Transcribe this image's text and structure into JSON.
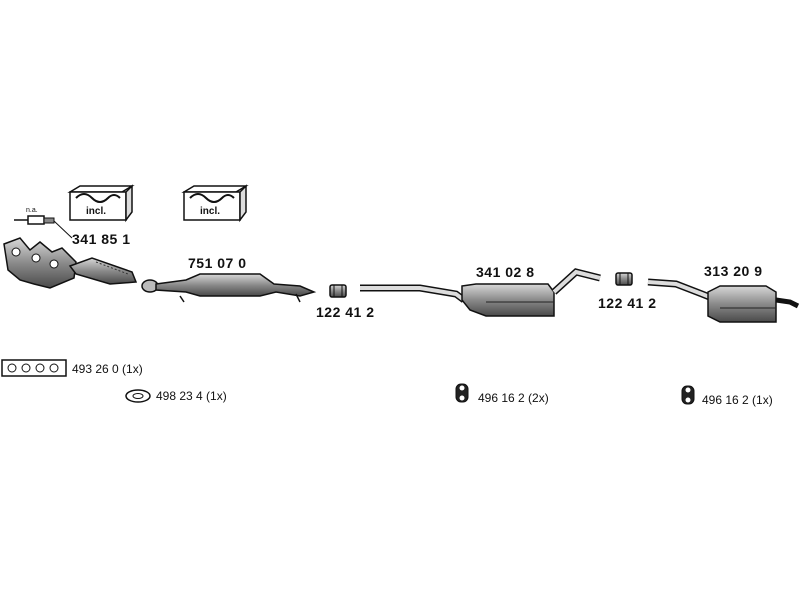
{
  "parts": {
    "manifold_pipe": "341 85 1",
    "catalytic_converter": "751 07 0",
    "clamp_front": "122 41 2",
    "middle_silencer": "341 02 8",
    "clamp_rear": "122 41 2",
    "rear_silencer": "313 20 9"
  },
  "kits": {
    "incl_label_1": "incl.",
    "incl_label_2": "incl."
  },
  "sensor_note": "n.a.",
  "accessories": {
    "gasket_manifold": "493 26 0 (1x)",
    "gasket_ring": "498 23 4 (1x)",
    "rubber_mount_middle": "496 16 2 (2x)",
    "rubber_mount_rear": "496 16 2 (1x)"
  },
  "colors": {
    "line": "#111111",
    "part_fill": "#8c8c8c",
    "part_dark": "#3a3a3a"
  }
}
